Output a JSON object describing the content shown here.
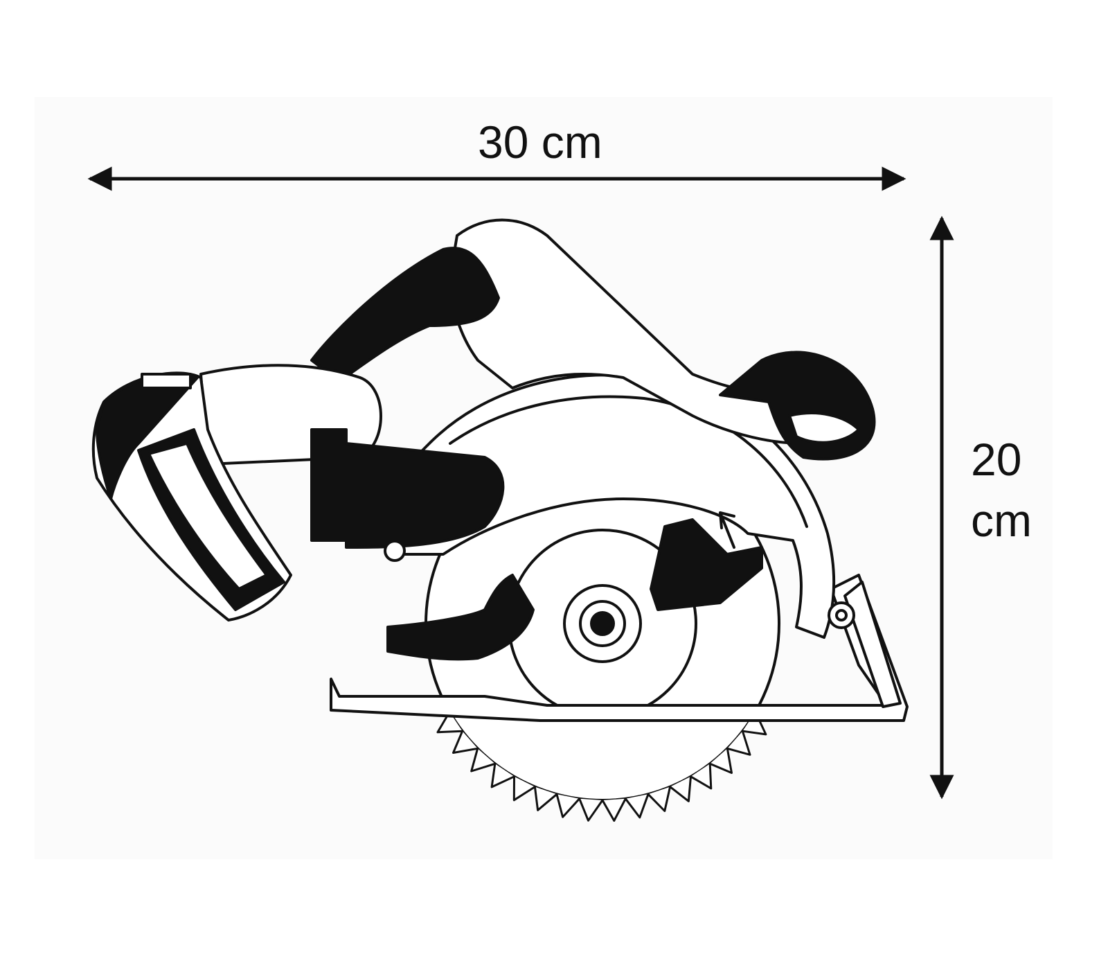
{
  "dimensions": {
    "width_label": "30 cm",
    "height_value": "20",
    "height_unit": "cm"
  },
  "colors": {
    "ink": "#111111",
    "paper": "#ffffff",
    "panel": "#fbfbfb"
  }
}
